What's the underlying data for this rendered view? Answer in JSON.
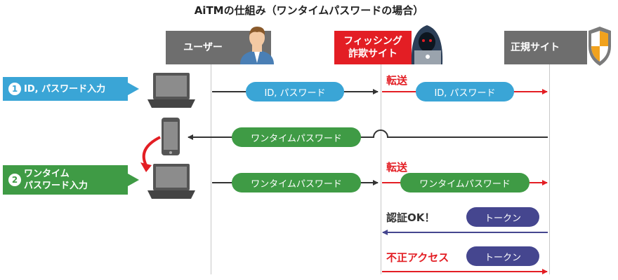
{
  "title": "AiTMの仕組み（ワンタイムパスワードの場合）",
  "actors": {
    "user": "ユーザー",
    "phishing_line1": "フィッシング",
    "phishing_line2": "詐欺サイト",
    "legit": "正規サイト"
  },
  "steps": {
    "step1_number": "1",
    "step1_label": "ID, パスワード入力",
    "step2_number": "2",
    "step2_line1": "ワンタイム",
    "step2_line2": "パスワード入力"
  },
  "messages": {
    "id_password": "ID, パスワード",
    "otp": "ワンタイムパスワード",
    "token": "トークン"
  },
  "labels": {
    "forward": "転送",
    "auth_ok": "認証OK！",
    "unauthorized": "不正アクセス"
  },
  "colors": {
    "red": "#e31e24",
    "blue": "#3aa5d6",
    "green": "#3f9b45",
    "purple": "#45468f",
    "gray": "#6e6e6e",
    "dark": "#333333"
  }
}
